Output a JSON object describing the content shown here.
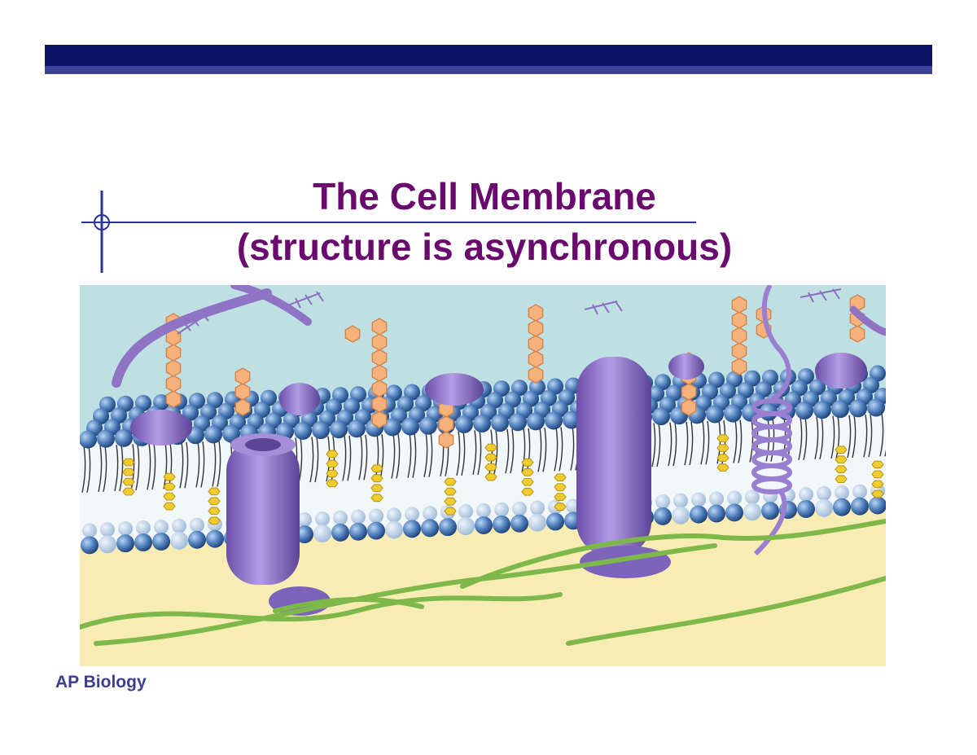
{
  "slide": {
    "title_line1": "The Cell Membrane",
    "title_line2": "(structure is asynchronous)",
    "footer": "AP Biology"
  },
  "colors": {
    "title": "#6a0a6e",
    "top_bar": "#0f1466",
    "top_bar_strip": "#3a4399",
    "footer": "#3b3f92",
    "extracellular": "#bfe0e3",
    "cytoplasm": "#f8ecb5",
    "phospholipid_head": "#3f6ea8",
    "protein": "#8f74c6",
    "carbohydrate": "#f6b27a",
    "cholesterol": "#f1cc2e",
    "cytoskeleton": "#7fb84a"
  }
}
